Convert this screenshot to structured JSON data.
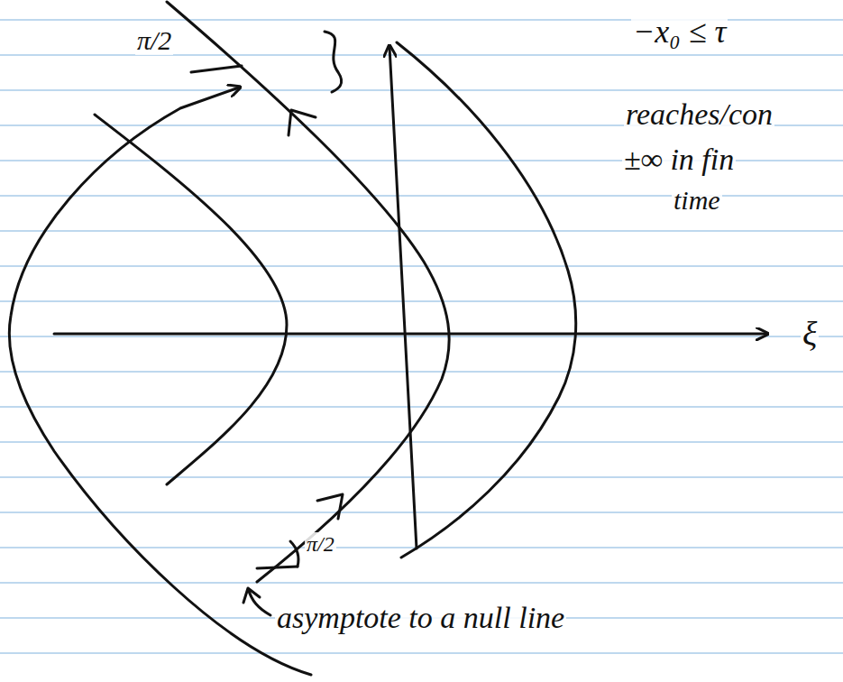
{
  "diagram": {
    "labels": [
      "π/2",
      "−x₀ ≤ τ",
      "reaches/con",
      "±∞ in fin",
      "time",
      "ξ",
      "π/2",
      "asymptote to a null line"
    ]
  }
}
